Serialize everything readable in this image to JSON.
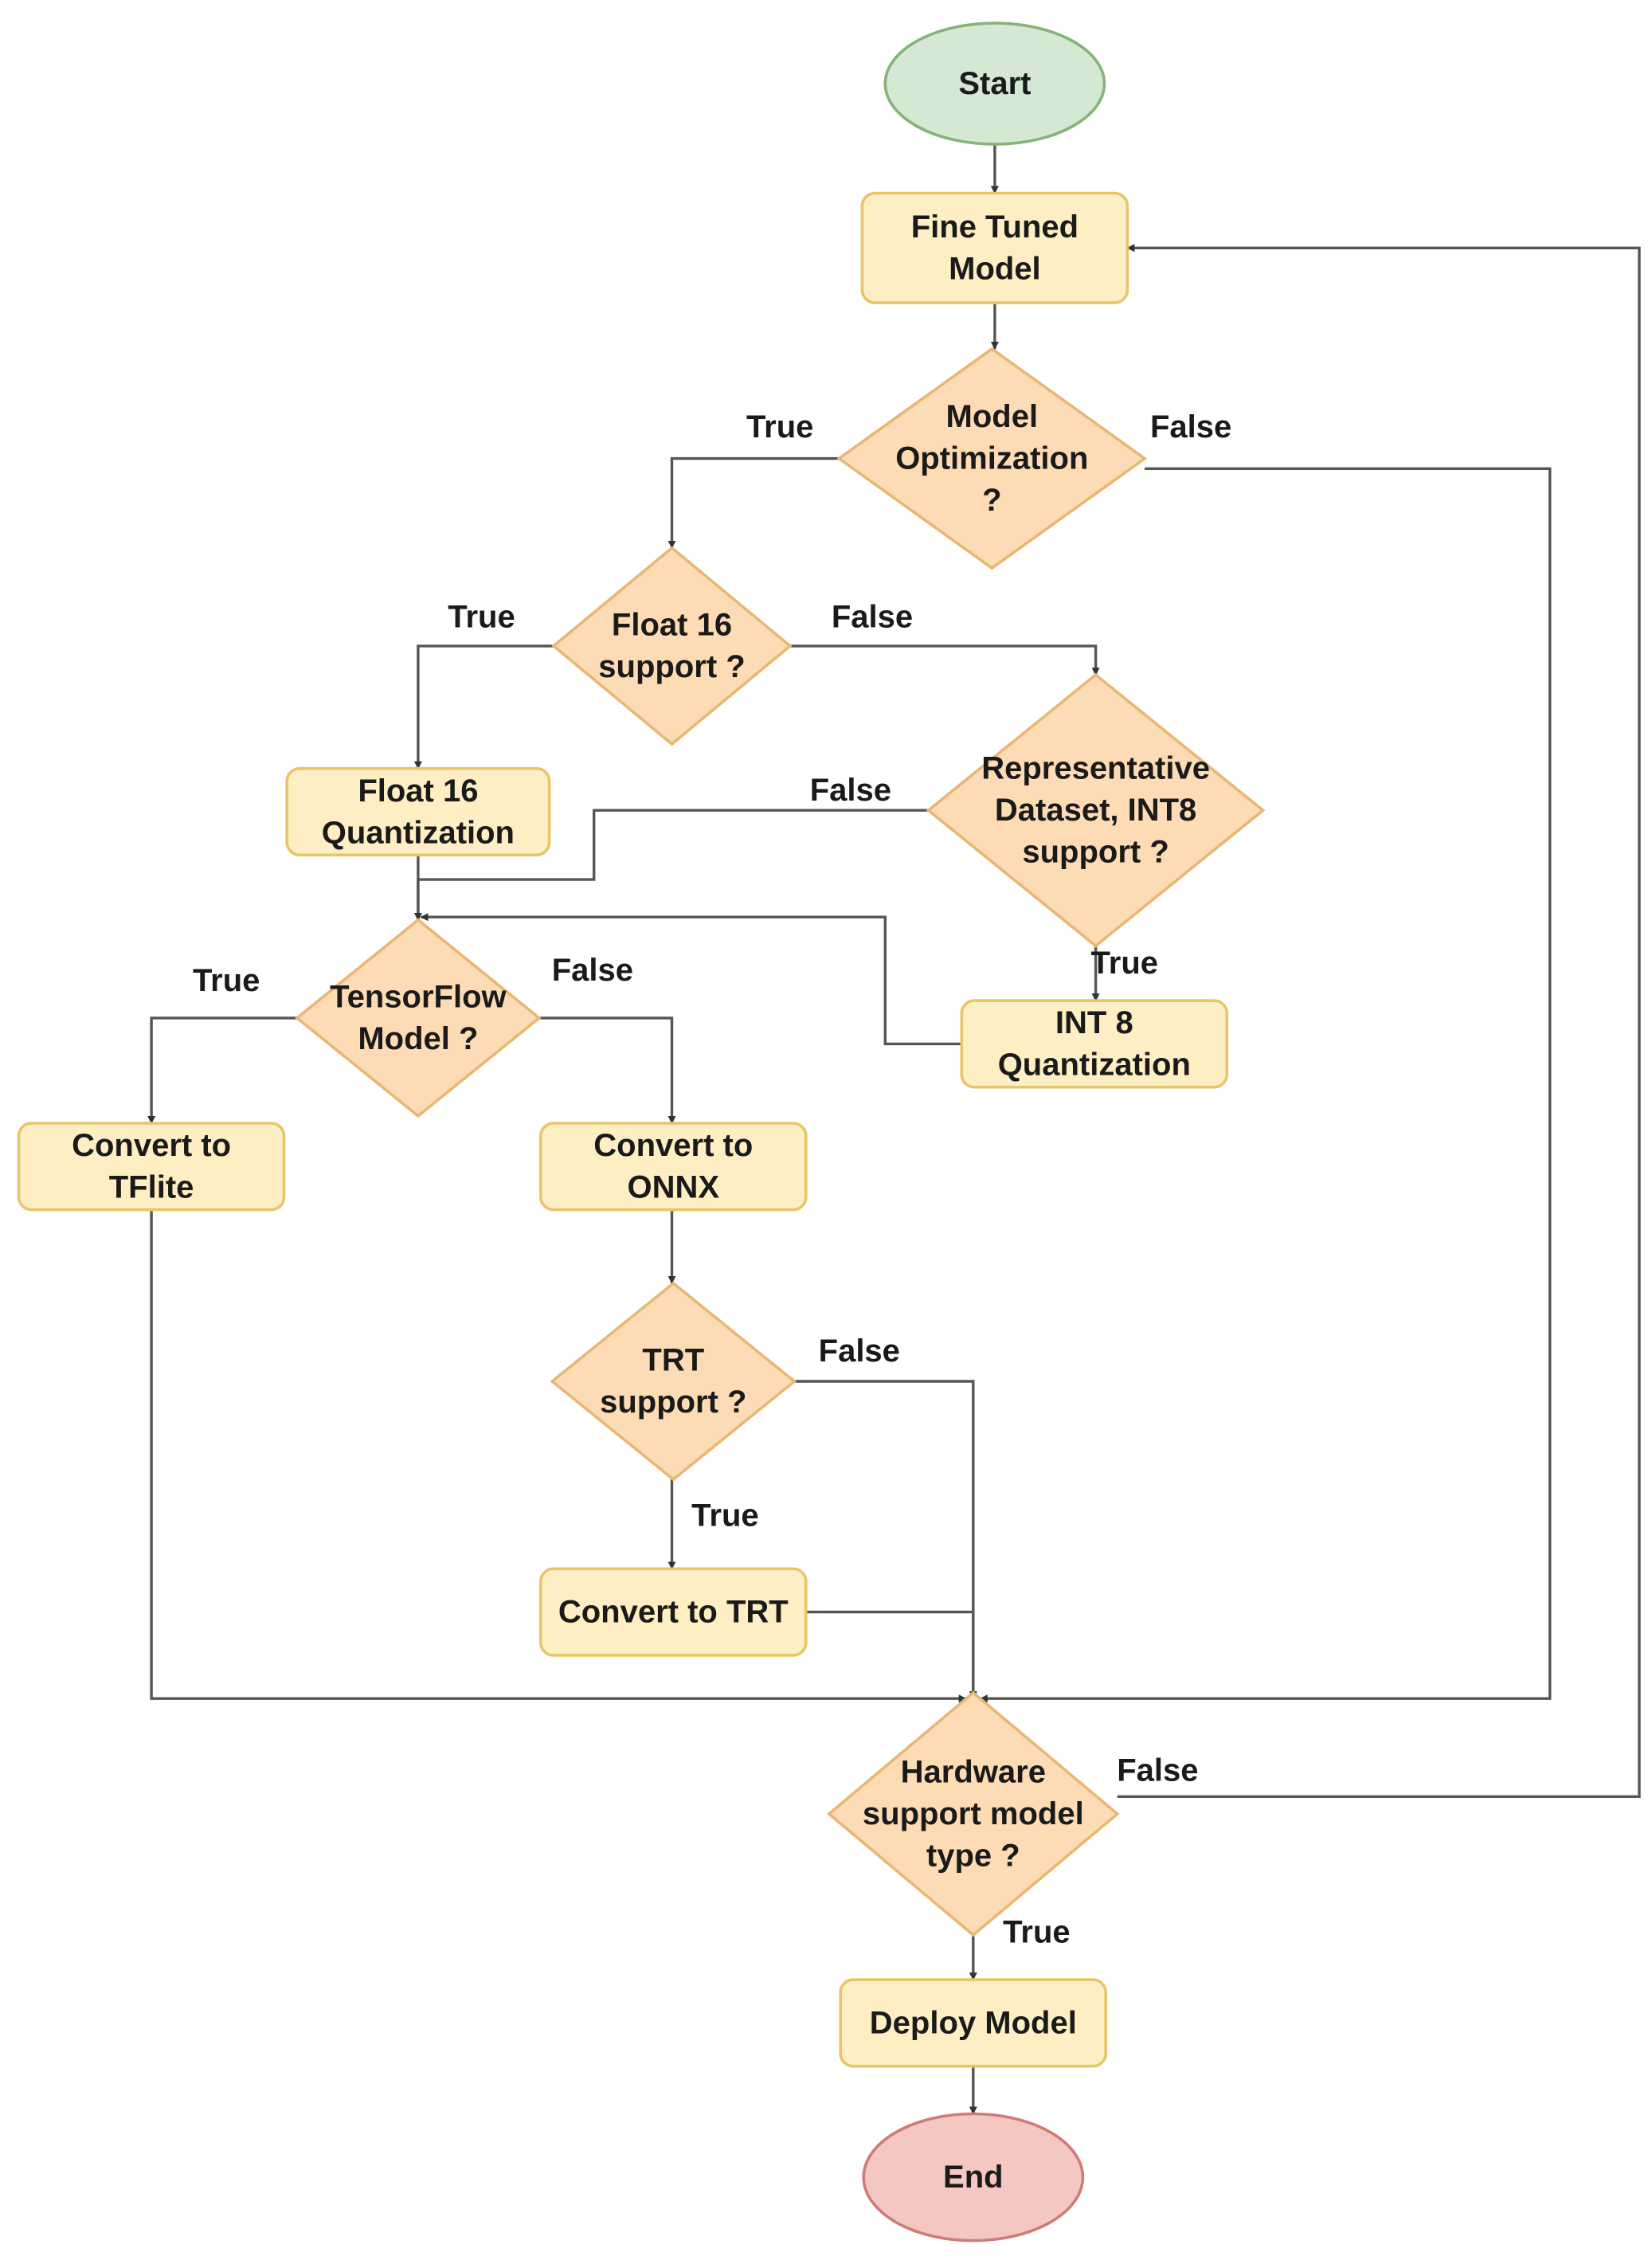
{
  "diagram": {
    "type": "flowchart",
    "colors": {
      "process_fill": "#fdefc3",
      "process_stroke": "#e8c56a",
      "decision_fill": "#fddcb5",
      "decision_stroke": "#e9b774",
      "start_fill": "#d5e8d4",
      "start_stroke": "#86b37a",
      "end_fill": "#f4c7c3",
      "end_stroke": "#cf7b77",
      "edge": "#555555"
    },
    "nodes": {
      "start": {
        "lines": [
          "Start"
        ]
      },
      "fine_tuned_model": {
        "lines": [
          "Fine Tuned",
          "Model"
        ]
      },
      "model_optimization": {
        "lines": [
          "Model",
          "Optimization",
          "?"
        ]
      },
      "float16_support": {
        "lines": [
          "Float 16",
          "support ?"
        ]
      },
      "float16_quantization": {
        "lines": [
          "Float 16",
          "Quantization"
        ]
      },
      "representative_dataset": {
        "lines": [
          "Representative",
          "Dataset, INT8",
          "support ?"
        ]
      },
      "int8_quantization": {
        "lines": [
          "INT 8",
          "Quantization"
        ]
      },
      "tensorflow_model": {
        "lines": [
          "TensorFlow",
          "Model ?"
        ]
      },
      "convert_tflite": {
        "lines": [
          "Convert to",
          "TFlite"
        ]
      },
      "convert_onnx": {
        "lines": [
          "Convert to",
          "ONNX"
        ]
      },
      "trt_support": {
        "lines": [
          "TRT",
          "support ?"
        ]
      },
      "convert_trt": {
        "lines": [
          "Convert to TRT"
        ]
      },
      "hardware_support": {
        "lines": [
          "Hardware",
          "support model",
          "type ?"
        ]
      },
      "deploy_model": {
        "lines": [
          "Deploy Model"
        ]
      },
      "end": {
        "lines": [
          "End"
        ]
      }
    },
    "edge_labels": {
      "opt_true": "True",
      "opt_false": "False",
      "f16_true": "True",
      "f16_false": "False",
      "rep_false": "False",
      "rep_true": "True",
      "tf_true": "True",
      "tf_false": "False",
      "trt_false": "False",
      "trt_true": "True",
      "hw_false": "False",
      "hw_true": "True"
    }
  }
}
